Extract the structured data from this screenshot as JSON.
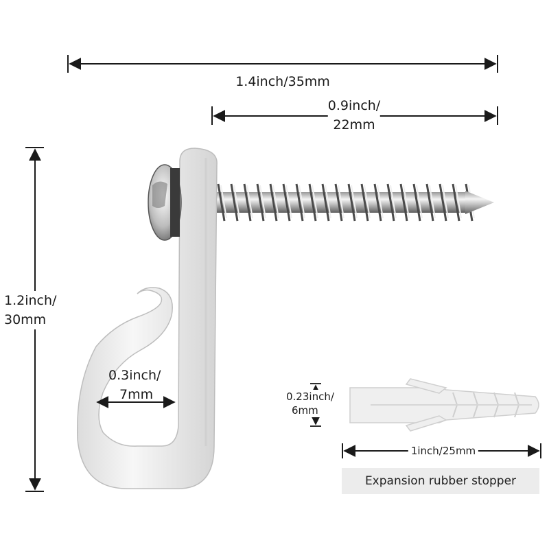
{
  "dimensions": {
    "total_length": "1.4inch/35mm",
    "screw_length_line1": "0.9inch/",
    "screw_length_line2": "22mm",
    "height_line1": "1.2inch/",
    "height_line2": "30mm",
    "opening_line1": "0.3inch/",
    "opening_line2": "7mm",
    "anchor_diameter_line1": "0.23inch/",
    "anchor_diameter_line2": "6mm",
    "anchor_length": "1inch/25mm"
  },
  "caption": "Expansion rubber stopper",
  "colors": {
    "hook": "#f2f2f2",
    "hook_shadow": "#c9c9c9",
    "screw_light": "#e6e6e6",
    "screw_dark": "#6f6f6f",
    "anchor": "#efefef",
    "line": "#1a1a1a",
    "caption_bg": "#ececec"
  }
}
